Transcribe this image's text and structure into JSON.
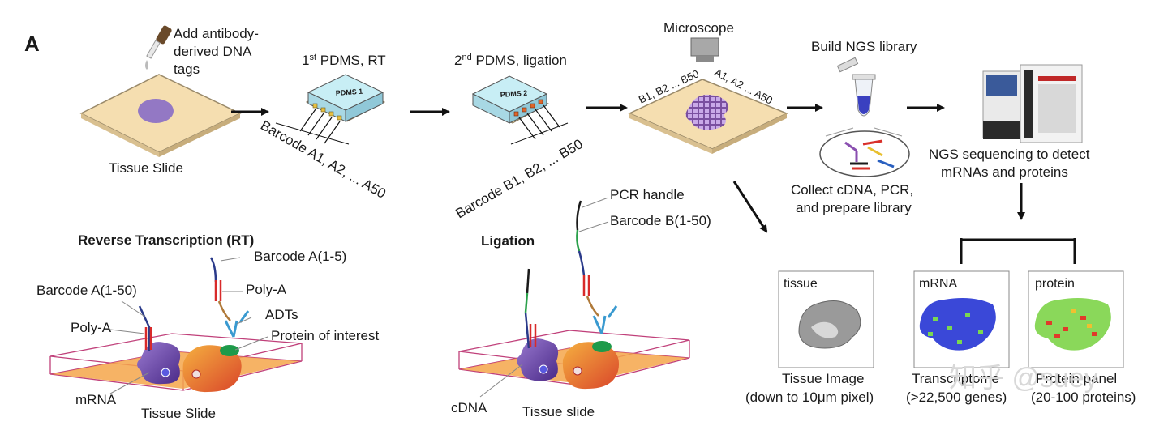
{
  "panel_letter": "A",
  "step1": {
    "line1": "Add antibody-",
    "line2": "derived DNA",
    "line3": "tags",
    "caption": "Tissue Slide"
  },
  "step2": {
    "title_sup": "st",
    "title_pre": "1",
    "title_post": " PDMS, RT",
    "chip": "PDMS 1",
    "barcode": "Barcode A1, A2, ... A50"
  },
  "step3": {
    "title_sup": "nd",
    "title_pre": "2",
    "title_post": " PDMS, ligation",
    "chip": "PDMS 2",
    "barcode": "Barcode B1, B2, ... B50"
  },
  "step4": {
    "title": "Microscope",
    "label_b": "B1, B2 ... B50",
    "label_a": "A1, A2 ... A50"
  },
  "step5": {
    "title": "Build NGS library",
    "line1": "Collect cDNA, PCR,",
    "line2": "and prepare library"
  },
  "step6": {
    "line1": "NGS sequencing to detect",
    "line2": "mRNAs and proteins"
  },
  "rt": {
    "title": "Reverse Transcription (RT)",
    "barcode_a15": "Barcode A(1-5)",
    "barcode_a150": "Barcode A(1-50)",
    "polya_right": "Poly-A",
    "polya_left": "Poly-A",
    "adts": "ADTs",
    "protein": "Protein of interest",
    "mrna": "mRNA",
    "slide": "Tissue Slide"
  },
  "ligation": {
    "title": "Ligation",
    "pcr": "PCR handle",
    "barcode_b": "Barcode B(1-50)",
    "cdna": "cDNA",
    "slide": "Tissue slide"
  },
  "results": [
    {
      "tag": "tissue",
      "line1": "Tissue Image",
      "line2": "(down to 10μm pixel)"
    },
    {
      "tag": "mRNA",
      "line1": "Transcriptome",
      "line2": "(>22,500 genes)"
    },
    {
      "tag": "protein",
      "line1": "Protein panel",
      "line2": "(20-100 proteins)"
    }
  ],
  "watermark": "知乎 @suey"
}
